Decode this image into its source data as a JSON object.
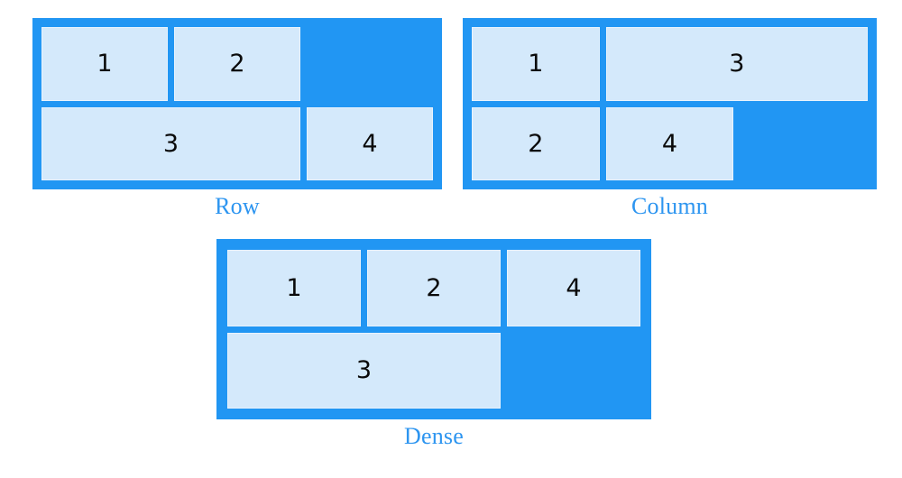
{
  "colors": {
    "accent": "#2196f3",
    "cell_fill": "#d4e9fb",
    "cell_border": "#e8f3fd",
    "caption_text": "#2d95f0",
    "item_text": "#0a0a0a",
    "background": "#ffffff"
  },
  "figures": [
    {
      "id": "row",
      "caption": "Row",
      "columns": 3,
      "rows": 2,
      "items": [
        {
          "label": "1",
          "column_start": 1,
          "column_end": 2,
          "row_start": 1,
          "row_end": 2
        },
        {
          "label": "2",
          "column_start": 2,
          "column_end": 3,
          "row_start": 1,
          "row_end": 2
        },
        {
          "label": "3",
          "column_start": 1,
          "column_end": 3,
          "row_start": 2,
          "row_end": 3
        },
        {
          "label": "4",
          "column_start": 3,
          "column_end": 4,
          "row_start": 2,
          "row_end": 3
        }
      ]
    },
    {
      "id": "column",
      "caption": "Column",
      "columns": 3,
      "rows": 2,
      "items": [
        {
          "label": "1",
          "column_start": 1,
          "column_end": 2,
          "row_start": 1,
          "row_end": 2
        },
        {
          "label": "2",
          "column_start": 1,
          "column_end": 2,
          "row_start": 2,
          "row_end": 3
        },
        {
          "label": "3",
          "column_start": 2,
          "column_end": 4,
          "row_start": 1,
          "row_end": 2
        },
        {
          "label": "4",
          "column_start": 2,
          "column_end": 3,
          "row_start": 2,
          "row_end": 3
        }
      ]
    },
    {
      "id": "dense",
      "caption": "Dense",
      "columns": 3,
      "rows": 2,
      "items": [
        {
          "label": "1",
          "column_start": 1,
          "column_end": 2,
          "row_start": 1,
          "row_end": 2
        },
        {
          "label": "2",
          "column_start": 2,
          "column_end": 3,
          "row_start": 1,
          "row_end": 2
        },
        {
          "label": "3",
          "column_start": 1,
          "column_end": 3,
          "row_start": 2,
          "row_end": 3
        },
        {
          "label": "4",
          "column_start": 3,
          "column_end": 4,
          "row_start": 1,
          "row_end": 2
        }
      ]
    }
  ]
}
